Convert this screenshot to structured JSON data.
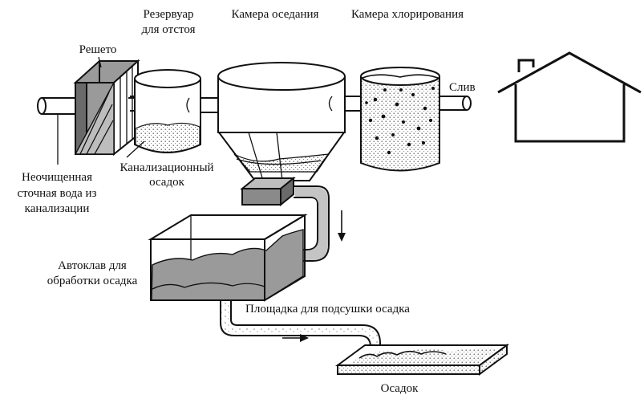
{
  "labels": {
    "screen": "Решето",
    "settling_tank_1": "Резервуар",
    "settling_tank_2": "для отстоя",
    "sedimentation_chamber": "Камера оседания",
    "chlorination_chamber": "Камера хлорирования",
    "drain": "Слив",
    "raw_sewage_1": "Неочищенная",
    "raw_sewage_2": "сточная вода из",
    "raw_sewage_3": "канализации",
    "sewage_sludge_1": "Канализационный",
    "sewage_sludge_2": "осадок",
    "autoclave_1": "Автоклав для",
    "autoclave_2": "обработки осадка",
    "drying_bed": "Площадка для подсушки осадка",
    "sediment": "Осадок"
  },
  "colors": {
    "line": "#111111",
    "grey_fill": "#9a9a9a",
    "dark_fill": "#555555",
    "stipple": "#444444"
  },
  "icons": {
    "house": "house-icon",
    "flow_arrow_down": "arrow-down-icon",
    "flow_arrow_right": "arrow-right-icon"
  }
}
